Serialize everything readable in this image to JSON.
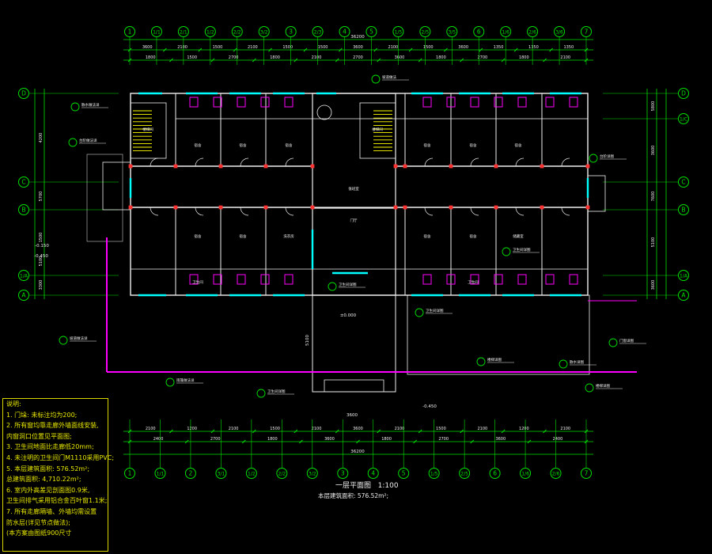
{
  "drawing": {
    "title": "一层平面图",
    "scale": "1:100",
    "area_note": "本层建筑面积: 576.52m²;"
  },
  "notes": {
    "heading": "说明:",
    "lines": [
      "1. 门垛: 未标注均为200;",
      "2. 所有窗均靠走廊外墙面线安装,",
      "    内窗洞口位置见平面图;",
      "3. 卫生间地面比走廊低20mm;",
      "4. 未注明的卫生间门M1110采用PVC;",
      "5. 本层建筑面积: 576.52m²;",
      "    总建筑面积: 4,710.22m²;",
      "6. 室内外高差见剖面图0.9米,",
      "    卫生间排气采用铝合金百叶窗1.1米;",
      "7. 所有走廊隔墙、外墙均需设置",
      "    防水层(详见节点做法);",
      "    (本方案由图纸900尺寸"
    ]
  },
  "axes": {
    "top": [
      "1",
      "1/1",
      "2/1",
      "1/2",
      "2/2",
      "3/2",
      "3",
      "2/3",
      "4",
      "5",
      "1/5",
      "2/5",
      "3/5",
      "6",
      "1/6",
      "2/6",
      "3/6",
      "7"
    ],
    "bottom": [
      "1",
      "1/1",
      "2",
      "3/1",
      "1/2",
      "2/2",
      "3/2",
      "3",
      "4",
      "5",
      "1/5",
      "2/5",
      "6",
      "1/6",
      "2/6",
      "7"
    ],
    "left": [
      "D",
      "C",
      "B",
      "1/A",
      "A"
    ],
    "right": [
      "D",
      "1/C",
      "C",
      "B",
      "1/A",
      "A"
    ]
  },
  "dimensions": {
    "overall_top": "36200",
    "overall_bottom": "36200",
    "top_row1": [
      "3600",
      "2100",
      "1500",
      "2100",
      "1500",
      "1500",
      "3600",
      "2100",
      "1500",
      "3600",
      "1350",
      "1350",
      "1350"
    ],
    "top_row2": [
      "1800",
      "1500",
      "2700",
      "1800",
      "2100",
      "2700",
      "3600",
      "1800",
      "2700",
      "1800",
      "2100"
    ],
    "bottom_row1": [
      "2100",
      "1200",
      "2100",
      "1500",
      "2100",
      "3600",
      "2100",
      "1500",
      "2100",
      "1200",
      "2100"
    ],
    "bottom_row2": [
      "2400",
      "2700",
      "1800",
      "3600",
      "1800",
      "2700",
      "3600",
      "2400"
    ],
    "left_col": [
      "4200",
      "5700",
      "1500",
      "5100",
      "3300"
    ],
    "right_col": [
      "5800",
      "3600",
      "7600",
      "5100",
      "3600"
    ],
    "entrance_width": "3600",
    "entrance_depth": "5100",
    "elevations": [
      "-0.450",
      "-0.150",
      "±0.000",
      "-0.450"
    ]
  },
  "rooms": {
    "labels": [
      "宿舍",
      "宿舍",
      "宿舍",
      "宿舍",
      "宿舍",
      "宿舍",
      "宿舍",
      "宿舍",
      "宿舍",
      "宿舍",
      "门厅",
      "值班室",
      "楼梯间",
      "楼梯间",
      "卫生间",
      "卫生间",
      "洗衣房",
      "储藏室"
    ]
  },
  "callouts": {
    "labels": [
      "散水做法详",
      "台阶做法详",
      "坡道做法详",
      "雨篷做法详",
      "卫生间详图",
      "卫生间详图",
      "卫生间详图",
      "卫生间详图",
      "楼梯详图",
      "楼梯详图",
      "门窗详图",
      "台阶详图",
      "散水详图",
      "坡道做法"
    ]
  },
  "colors": {
    "background": "#000000",
    "axis_green": "#00e000",
    "wall_white": "#f0f0f0",
    "magenta": "#ff00ff",
    "cyan": "#00ffff",
    "yellow": "#ffff00",
    "red": "#ff3030"
  }
}
